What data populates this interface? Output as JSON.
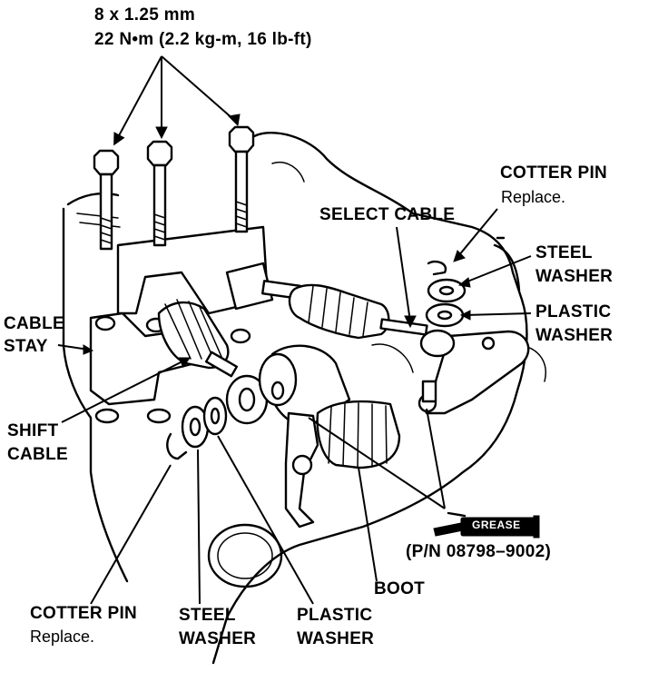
{
  "torque": {
    "size": "8 x 1.25 mm",
    "value": "22 N•m (2.2 kg-m, 16 lb-ft)"
  },
  "labels": {
    "cotter_pin_top": "COTTER PIN",
    "replace_top": "Replace.",
    "select_cable": "SELECT CABLE",
    "steel_washer_right": [
      "STEEL",
      "WASHER"
    ],
    "plastic_washer_right": [
      "PLASTIC",
      "WASHER"
    ],
    "cable_stay": [
      "CABLE",
      "STAY"
    ],
    "shift_cable": [
      "SHIFT",
      "CABLE"
    ],
    "grease": "GREASE",
    "part_number": "(P/N 08798–9002)",
    "boot": "BOOT",
    "cotter_pin_bottom": "COTTER PIN",
    "replace_bottom": "Replace.",
    "steel_washer_bottom": [
      "STEEL",
      "WASHER"
    ],
    "plastic_washer_bottom": [
      "PLASTIC",
      "WASHER"
    ]
  }
}
